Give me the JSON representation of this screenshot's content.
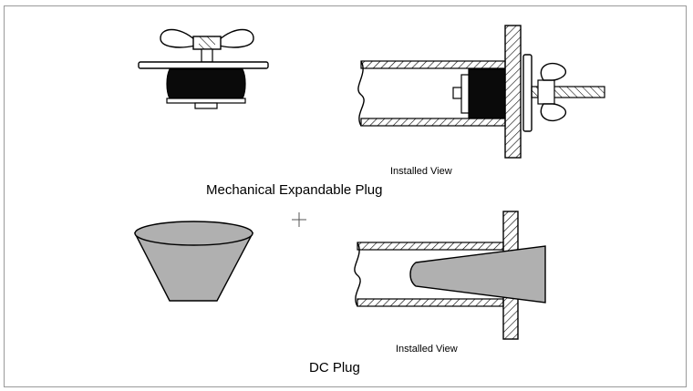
{
  "top_section": {
    "installed_label": "Installed View",
    "caption": "Mechanical Expandable Plug"
  },
  "bottom_section": {
    "installed_label": "Installed View",
    "caption": "DC Plug"
  },
  "colors": {
    "rubber": "#0a0a0a",
    "cone": "#b0b0b0",
    "line": "#000000",
    "frame": "#9a9a9a"
  },
  "icons": [
    "wingnut-icon",
    "crosshair-cursor-icon"
  ]
}
